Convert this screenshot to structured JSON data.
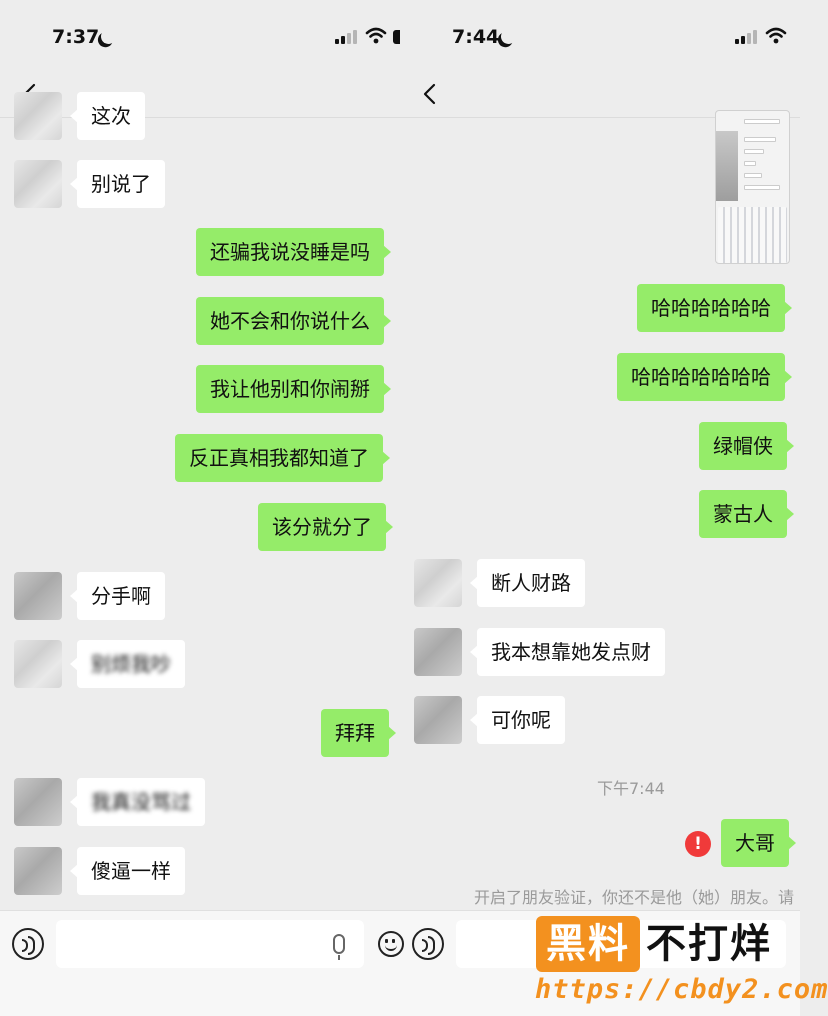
{
  "left": {
    "status_time": "7:37",
    "messages": {
      "m0": "这次",
      "m1": "别说了",
      "m2": "还骗我说没睡是吗",
      "m3": "她不会和你说什么",
      "m4": "我让他别和你闹掰",
      "m5": "反正真相我都知道了",
      "m6": "该分就分了",
      "m7": "分手啊",
      "m8": "别烦我吵",
      "m9": "拜拜",
      "m10": "我真没骂过",
      "m11": "傻逼一样"
    }
  },
  "right": {
    "status_time": "7:44",
    "messages": {
      "m0": "哈哈哈哈哈哈",
      "m1": "哈哈哈哈哈哈哈",
      "m2": "绿帽侠",
      "m3": "蒙古人",
      "m4": "断人财路",
      "m5": "我本想靠她发点财",
      "m6": "可你呢",
      "m7": "大哥"
    },
    "timestamp": "下午7:44",
    "error_mark": "!",
    "system_message": "开启了朋友验证，你还不是他（她）朋友。请"
  },
  "watermark": {
    "box_text": "黑料",
    "text": "不打烊",
    "url": "https://cbdy2.com",
    "color": "#f3911f"
  },
  "colors": {
    "background": "#ededed",
    "incoming_bubble": "#ffffff",
    "outgoing_bubble": "#95ec69",
    "error": "#f03a3a"
  },
  "icons": [
    "back-chevron-icon",
    "signal-icon",
    "wifi-icon",
    "battery-icon",
    "moon-icon",
    "voice-icon",
    "mic-icon",
    "emoji-icon"
  ]
}
